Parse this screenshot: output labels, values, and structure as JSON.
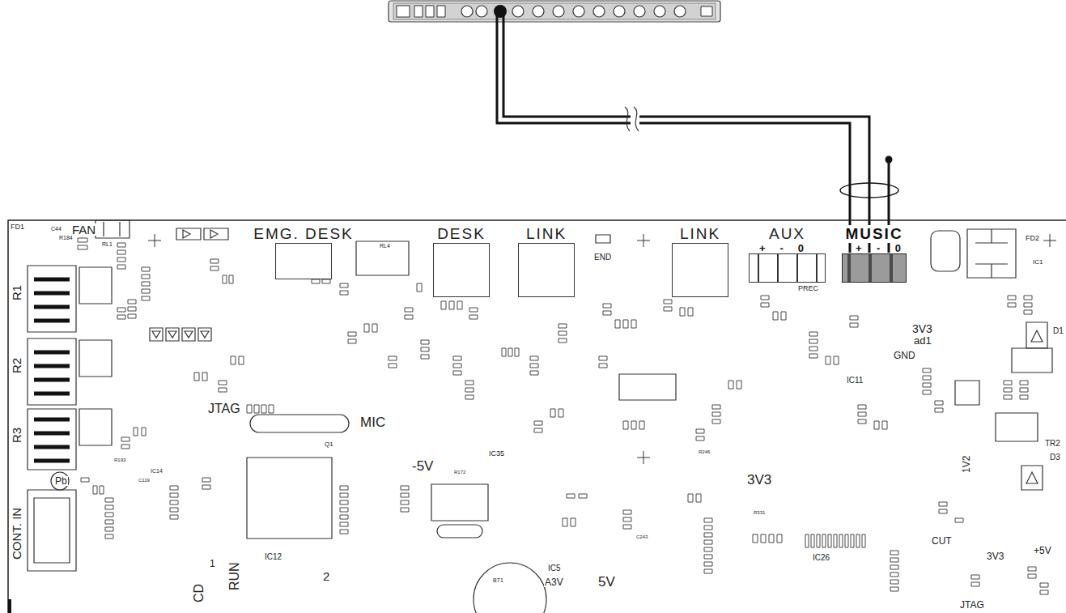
{
  "diagram": {
    "nodes": [
      {
        "text": [
          "EMG. DESK"
        ]
      },
      {
        "text": [
          "DESK"
        ]
      },
      {
        "text": [
          "LINK"
        ]
      },
      {
        "text": [
          "LINK"
        ]
      },
      {
        "text": [
          "AUX",
          "+",
          "-",
          "0"
        ]
      },
      {
        "text": [
          "MUSIC",
          "+",
          "-",
          "0"
        ]
      }
    ],
    "labels": [
      "FD1",
      "C44",
      "FAN",
      "R184",
      "RL1",
      "R1",
      "R2",
      "R3",
      "CONT. IN",
      "Pb",
      "JTAG",
      "RL4",
      "MIC",
      "-5V",
      "IC35",
      "END",
      "PREC",
      "3V3",
      "ad1",
      "GND",
      "IC11",
      "IC1",
      "FD2",
      "D1",
      "TR2",
      "D3",
      "1V2",
      "3V3",
      "IC26",
      "CUT",
      "+5V",
      "3V3",
      "JTAG",
      "IC5",
      "A3V",
      "5V",
      "BT1",
      "IC12",
      "RUN",
      "CD",
      "1",
      "2",
      "IC14",
      "Q1",
      "R246",
      "R172",
      "C243",
      "R193",
      "C119",
      "R331"
    ]
  }
}
